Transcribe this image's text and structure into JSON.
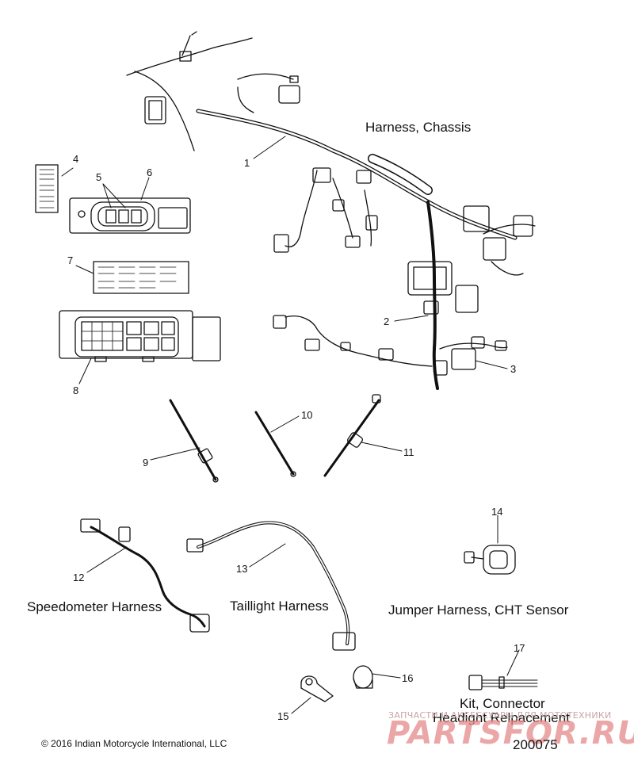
{
  "captions": {
    "harness_chassis": "Harness, Chassis",
    "speedometer_harness": "Speedometer Harness",
    "taillight_harness": "Taillight Harness",
    "jumper_harness": "Jumper Harness, CHT Sensor",
    "kit_connector": "Kit, Connector",
    "headlight_replacement": "Headight Relpacement"
  },
  "callouts": [
    "1",
    "2",
    "3",
    "4",
    "5",
    "6",
    "7",
    "8",
    "9",
    "10",
    "11",
    "12",
    "13",
    "14",
    "15",
    "16",
    "17"
  ],
  "copyright": "© 2016 Indian Motorcycle International, LLC",
  "diagram_number": "200075",
  "watermark": {
    "top_text": "ЗАПЧАСТИ И АКСЕССУАРЫ ДЛЯ МОТОТЕХНИКИ",
    "logo_text": "PARTSFOR.RU"
  }
}
